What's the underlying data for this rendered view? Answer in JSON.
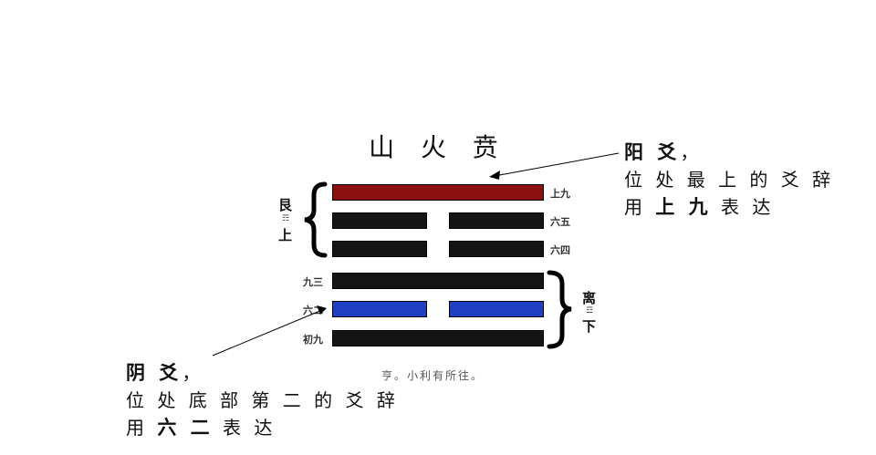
{
  "diagram": {
    "title": "山 火 贲",
    "judgment": "亨。小利有所往。",
    "upper_trigram": {
      "name": "艮",
      "symbol": "☶",
      "position": "上"
    },
    "lower_trigram": {
      "name": "离",
      "symbol": "☲",
      "position": "下"
    },
    "lines": [
      {
        "label": "上九",
        "type": "yang",
        "color": "#8b0f0f"
      },
      {
        "label": "六五",
        "type": "yin",
        "color": "#141414"
      },
      {
        "label": "六四",
        "type": "yin",
        "color": "#141414"
      },
      {
        "label": "九三",
        "type": "yang",
        "color": "#141414"
      },
      {
        "label": "六二",
        "type": "yin",
        "color": "#1e3fc2"
      },
      {
        "label": "初九",
        "type": "yang",
        "color": "#141414"
      }
    ]
  },
  "annotations": {
    "top": {
      "heading": "阳 爻",
      "comma": "，",
      "line2": "位 处 最 上 的 爻 辞",
      "line3_prefix": "用",
      "line3_bold": "上 九",
      "line3_suffix": "表 达"
    },
    "bottom": {
      "heading": "阴 爻",
      "comma": "，",
      "line2": "位 处 底 部 第 二 的 爻 辞",
      "line3_prefix": "用",
      "line3_bold": "六 二",
      "line3_suffix": "表 达"
    }
  }
}
